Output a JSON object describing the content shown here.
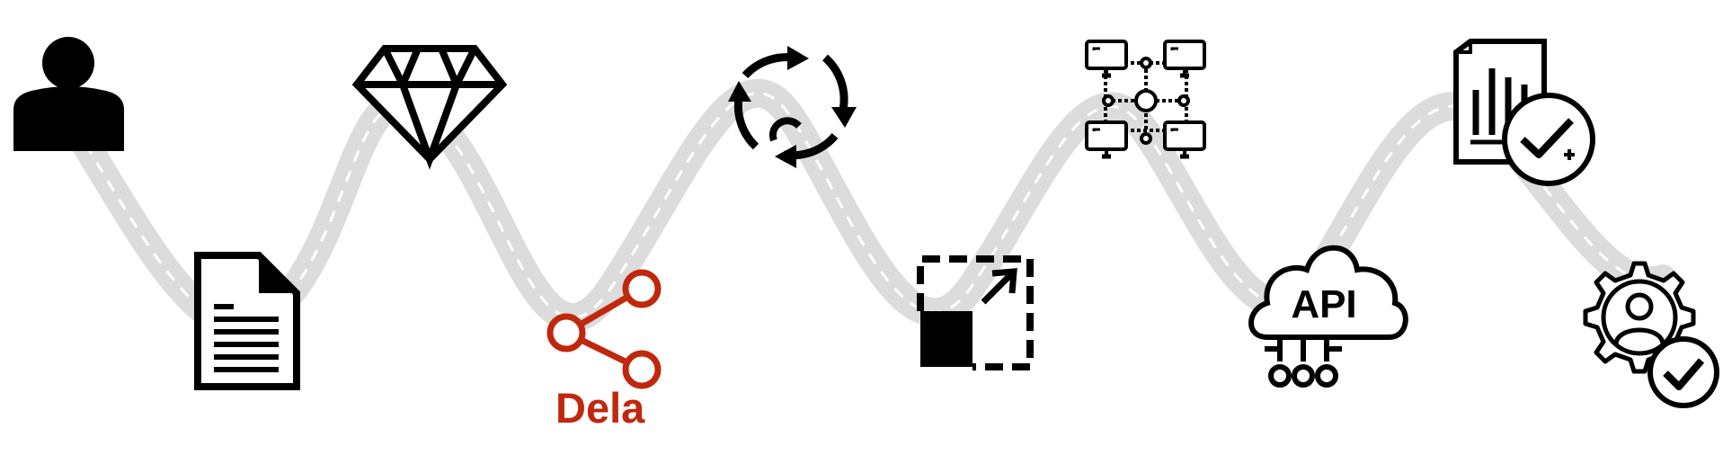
{
  "road": {
    "color": "#dcdcdc",
    "dash_color": "#ffffff"
  },
  "icons": [
    {
      "name": "user-icon",
      "kind": "user"
    },
    {
      "name": "document-icon",
      "kind": "document"
    },
    {
      "name": "diamond-icon",
      "kind": "diamond"
    },
    {
      "name": "share-icon",
      "kind": "share",
      "color": "#c0280d"
    },
    {
      "name": "refresh-icon",
      "kind": "refresh"
    },
    {
      "name": "expand-icon",
      "kind": "expand"
    },
    {
      "name": "network-icon",
      "kind": "network"
    },
    {
      "name": "api-cloud-icon",
      "kind": "api-cloud"
    },
    {
      "name": "report-check-icon",
      "kind": "report-check"
    },
    {
      "name": "gear-user-check-icon",
      "kind": "gear-user-check"
    }
  ],
  "labels": {
    "share": "Dela",
    "api": "API"
  }
}
